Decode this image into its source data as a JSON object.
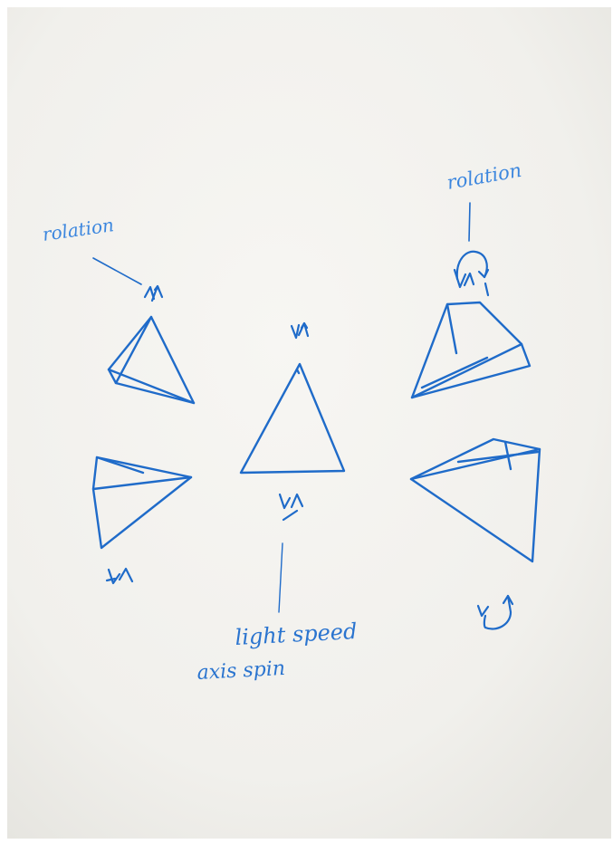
{
  "colors": {
    "paper": "#f3f2ee",
    "paper_shadow": "#e7e6e1",
    "ink": "#1f6bc9",
    "ink_light": "#3b86de"
  },
  "labels": {
    "rotation_left": "rolation",
    "rotation_right": "rolation",
    "light_speed": "light speed",
    "axis_spin": "axis spin"
  },
  "icons": {
    "arrow_pair": "spin-arrows-icon",
    "loop_arrow": "rotation-loop-icon"
  }
}
